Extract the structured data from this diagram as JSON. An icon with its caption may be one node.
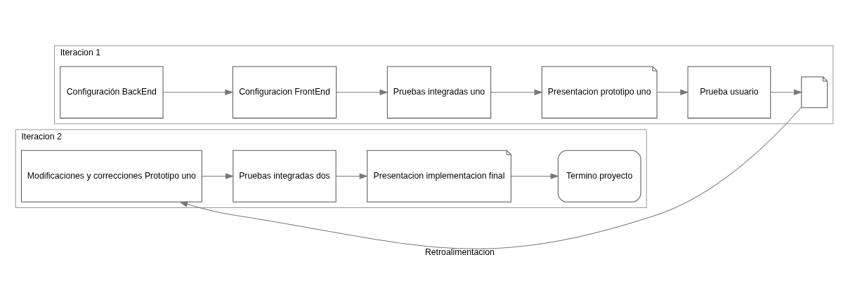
{
  "diagram": {
    "nodes": [
      {
        "text": [
          "Iteracion 1"
        ]
      },
      {
        "text": [
          "Configuración BackEnd"
        ],
        "in": 0
      },
      {
        "text": [
          "Configuracion FrontEnd"
        ],
        "in": 0
      },
      {
        "text": [
          "Pruebas integradas uno"
        ],
        "in": 0
      },
      {
        "text": [
          "Presentacion prototipo uno"
        ],
        "in": 0
      },
      {
        "text": [
          "Prueba usuario"
        ],
        "in": 0
      },
      {
        "text": [],
        "shape": "document",
        "in": 0
      },
      {
        "text": [
          "Iteracion 2"
        ]
      },
      {
        "text": [
          "Modificaciones y correcciones Prototipo uno"
        ],
        "in": 7
      },
      {
        "text": [
          "Pruebas integradas dos"
        ],
        "in": 7
      },
      {
        "text": [
          "Presentacion implementacion final"
        ],
        "in": 7
      },
      {
        "text": [
          "Termino proyecto"
        ],
        "in": 7
      }
    ],
    "edges": [
      {
        "from": 1,
        "to": 2,
        "arrow": "to"
      },
      {
        "from": 2,
        "to": 3,
        "arrow": "to"
      },
      {
        "from": 3,
        "to": 4,
        "arrow": "to"
      },
      {
        "from": 4,
        "to": 5,
        "arrow": "to"
      },
      {
        "from": 5,
        "to": 6,
        "arrow": "to"
      },
      {
        "from": 6,
        "to": 8,
        "label": "Retroalimentacion",
        "arrow": "to"
      },
      {
        "from": 8,
        "to": 9,
        "arrow": "to"
      },
      {
        "from": 9,
        "to": 10,
        "arrow": "to"
      },
      {
        "from": 10,
        "to": 11,
        "arrow": "to"
      }
    ]
  }
}
